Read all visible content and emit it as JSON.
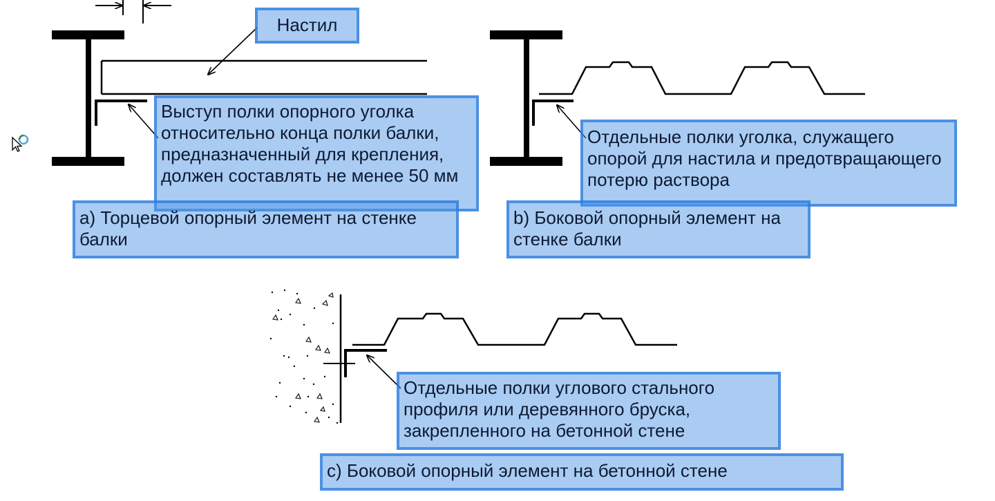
{
  "labels": {
    "decking": "Настил",
    "note_a": "Выступ полки опорного уголка относительно конца полки балки, предназначенный для крепления, должен составлять не менее 50 мм",
    "caption_a": "a) Торцевой опорный элемент на стенке балки",
    "note_b": "Отдельные полки уголка, служащего опорой для настила и предотвращающего потерю раствора",
    "caption_b": "b) Боковой опорный элемент на стенке балки",
    "note_c": "Отдельные полки углового стального профиля или деревянного бруска, закрепленного на бетонной стене",
    "caption_c": "c) Боковой опорный элемент на бетонной стене"
  },
  "icons": {
    "cursor": "busy-pointer-icon",
    "arrow": "leader-arrow-icon",
    "dimension": "dimension-arrows-icon",
    "concrete": "concrete-hatch-icon"
  },
  "colors": {
    "line": "#000000",
    "box_fill": "#4d94e5",
    "box_border": "#2878dc",
    "text": "#0e1a33"
  }
}
